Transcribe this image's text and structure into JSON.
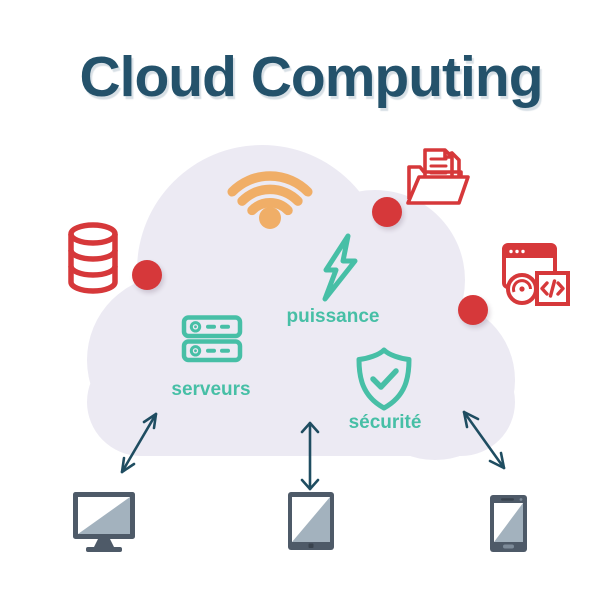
{
  "title": "Cloud Computing",
  "labels": {
    "power": "puissance",
    "servers": "serveurs",
    "security": "sécurité"
  },
  "icons": [
    "wifi-icon",
    "lightning-icon",
    "server-stack-icon",
    "shield-check-icon",
    "database-icon",
    "folder-document-icon",
    "browser-code-icon",
    "monitor-icon",
    "tablet-icon",
    "smartphone-icon",
    "double-arrow-connector"
  ],
  "colors": {
    "bg": "#ffffff",
    "navy": "#24526b",
    "teal": "#47bfa6",
    "orange": "#f0ae67",
    "red": "#d6383a",
    "cloud": "#eceaf3",
    "arrow": "#1f4d61",
    "device": "#4e5a68",
    "device-dark": "#39434e",
    "device-light": "#7d8b99",
    "screen": "#a3b2be"
  }
}
